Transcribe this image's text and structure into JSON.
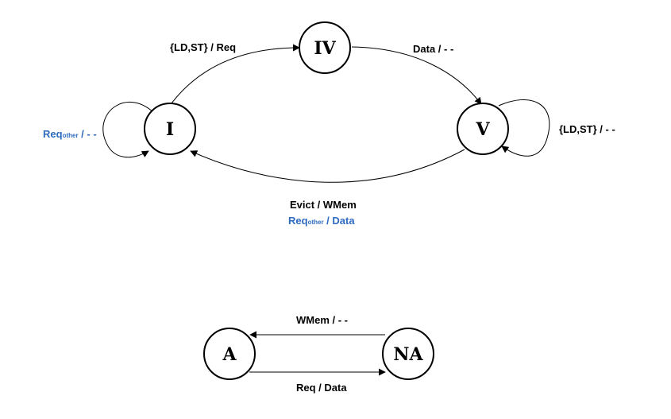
{
  "colors": {
    "black": "#000000",
    "blue": "#2e6bbf"
  },
  "states": {
    "i": "I",
    "iv": "IV",
    "v": "V",
    "a": "A",
    "na": "NA"
  },
  "transitions": {
    "i_to_iv": "{LD,ST} / Req",
    "iv_to_v": "Data / - -",
    "v_self": "{LD,ST} / - -",
    "v_to_i_evict": "Evict / WMem",
    "v_to_i_req_main": "Req",
    "v_to_i_req_sub": "other",
    "v_to_i_req_tail": " / Data",
    "i_self_main": "Req",
    "i_self_sub": "other",
    "i_self_tail": " / - -",
    "na_to_a": "WMem / - -",
    "a_to_na": "Req / Data"
  }
}
